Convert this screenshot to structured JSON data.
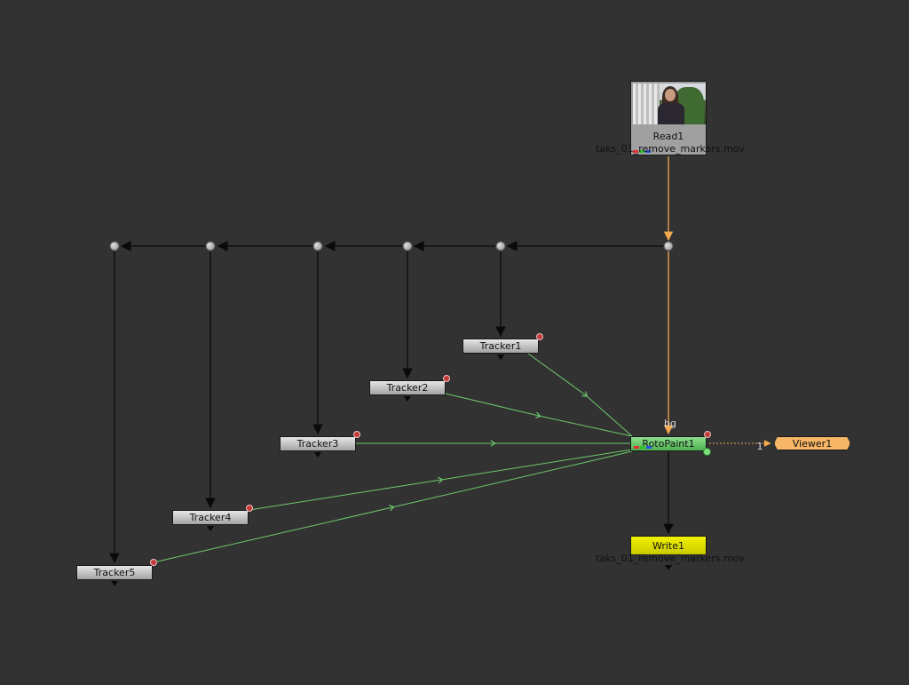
{
  "nodes": {
    "read": {
      "name": "Read1",
      "file": "taks_01_remove_markers.mov"
    },
    "tracker1": {
      "name": "Tracker1"
    },
    "tracker2": {
      "name": "Tracker2"
    },
    "tracker3": {
      "name": "Tracker3"
    },
    "tracker4": {
      "name": "Tracker4"
    },
    "tracker5": {
      "name": "Tracker5"
    },
    "rotopaint": {
      "name": "RotoPaint1",
      "bg_input": "bg"
    },
    "viewer": {
      "name": "Viewer1",
      "input_index": "1"
    },
    "write": {
      "name": "Write1",
      "file": "taks_01_remove_markers.mov"
    }
  },
  "colors": {
    "background": "#323232",
    "pipe_main": "#f2a94f",
    "pipe_track": "#6cc96c",
    "pipe_dot": "#0a0a0a",
    "tracker": "#c8c8c8",
    "rotopaint": "#6fcf6f",
    "write": "#e0e000",
    "viewer": "#f7b566",
    "badge": "#c23a3a"
  },
  "icons": {
    "badge": "node-expression-badge-icon",
    "dot": "dot-node-icon"
  }
}
